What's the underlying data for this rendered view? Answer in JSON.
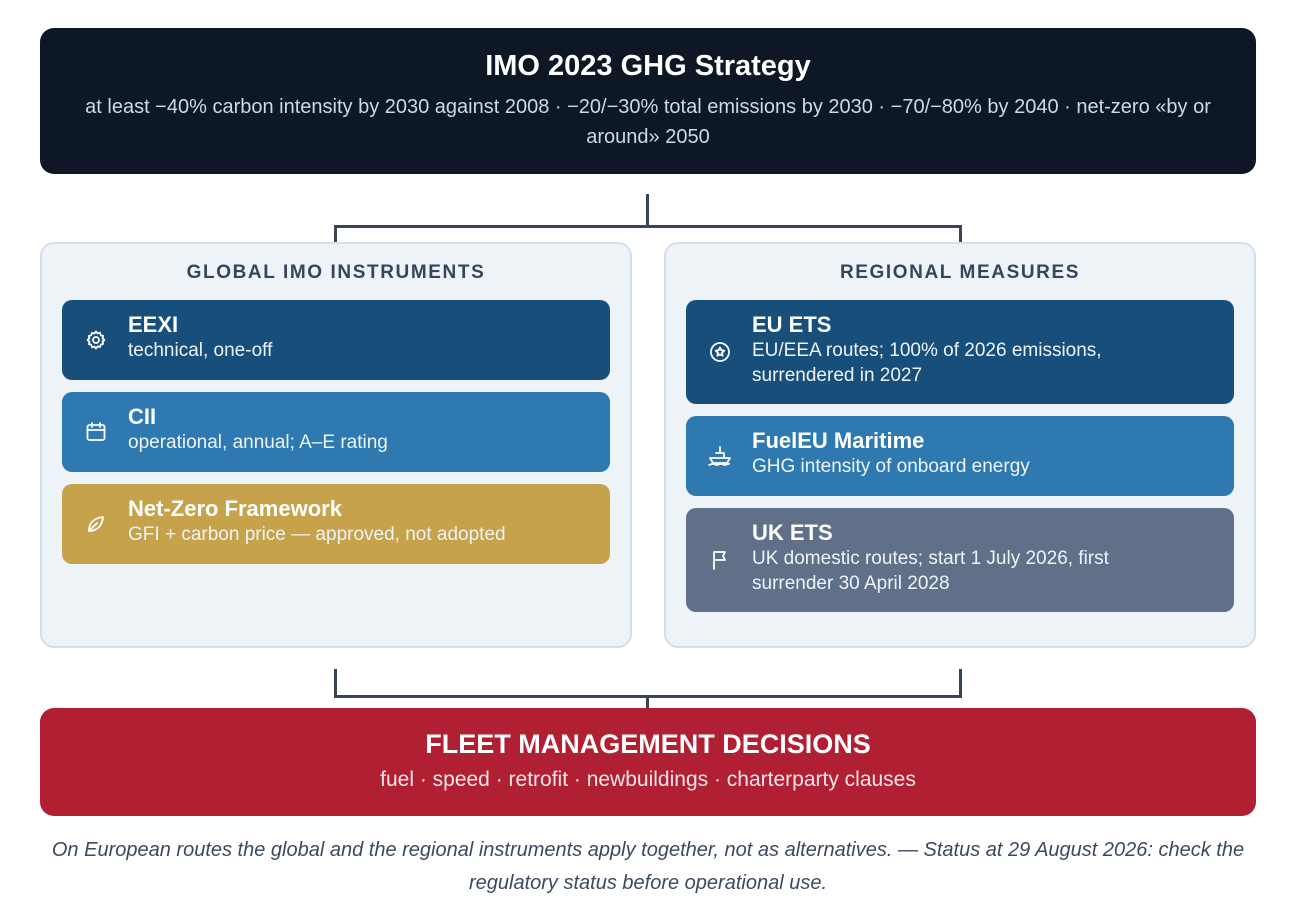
{
  "header": {
    "title": "IMO 2023 GHG Strategy",
    "subtitle": "at least −40% carbon intensity by 2030 against 2008 · −20/−30% total emissions by 2030 · −70/−80% by 2040 · net-zero «by or around» 2050"
  },
  "global": {
    "title": "GLOBAL IMO INSTRUMENTS",
    "items": [
      {
        "title": "EEXI",
        "text": "technical, one-off",
        "icon": "gear-icon"
      },
      {
        "title": "CII",
        "text": "operational, annual; A–E rating",
        "icon": "calendar-icon"
      },
      {
        "title": "Net-Zero Framework",
        "text": "GFI + carbon price — approved, not adopted",
        "icon": "leaf-icon"
      }
    ]
  },
  "regional": {
    "title": "REGIONAL MEASURES",
    "items": [
      {
        "title": "EU ETS",
        "text": "EU/EEA routes; 100% of 2026 emissions, surrendered in 2027",
        "icon": "star-circle-icon"
      },
      {
        "title": "FuelEU Maritime",
        "text": "GHG intensity of onboard energy",
        "icon": "ship-icon"
      },
      {
        "title": "UK ETS",
        "text": "UK domestic routes; start 1 July 2026, first surrender 30 April 2028",
        "icon": "flag-icon"
      }
    ]
  },
  "outcome": {
    "title": "FLEET MANAGEMENT DECISIONS",
    "subtitle": "fuel · speed · retrofit · newbuildings · charterparty clauses"
  },
  "footnote": "On European routes the global and the regional instruments apply together, not as alternatives. — Status at 29 August 2026: check the regulatory status before operational use.",
  "colors": {
    "header_bg": "#0d1726",
    "card_dark": "#174f7a",
    "card_mid": "#2e7ab0",
    "card_gold": "#c6a24a",
    "card_slate": "#5f7088",
    "outcome_bg": "#b01f32",
    "connector": "#3a4656"
  }
}
